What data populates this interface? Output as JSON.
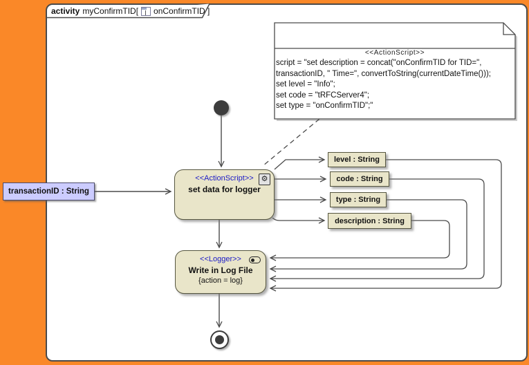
{
  "colors": {
    "accent_orange": "#FA8828",
    "node_fill": "#E9E5C9",
    "node_border": "#55553F",
    "stereotype_blue": "#1A1AC8",
    "param_fill": "#CCCCFF",
    "frame_border": "#4A4A4A",
    "edge": "#4A4A4A"
  },
  "frame": {
    "keyword": "activity",
    "title": "myConfirmTID[",
    "diagram_icon": "activity-diagram-icon",
    "diagram_ref": "onConfirmTID ]"
  },
  "note": {
    "stereotype": "<<ActionScript>>",
    "lines": [
      "script = \"set description = concat(\"onConfirmTID for TID=\",",
      "transactionID, \" Time=\", convertToString(currentDateTime()));",
      "set level = \"Info\";",
      "set code = \"tRFCServer4\";",
      "set type = \"onConfirmTID\";\""
    ]
  },
  "nodes": {
    "set_data": {
      "stereotype": "<<ActionScript>>",
      "name": "set data for logger",
      "icon": "gear-icon",
      "gear_glyph": "⚙"
    },
    "write_log": {
      "stereotype": "<<Logger>>",
      "name": "Write in Log File",
      "constraint": "{action = log}",
      "icon": "logger-capsule-icon"
    },
    "input_param": {
      "label": "transactionID : String"
    },
    "pins": [
      {
        "label": "level : String"
      },
      {
        "label": "code : String"
      },
      {
        "label": "type : String"
      },
      {
        "label": "description : String"
      }
    ]
  }
}
